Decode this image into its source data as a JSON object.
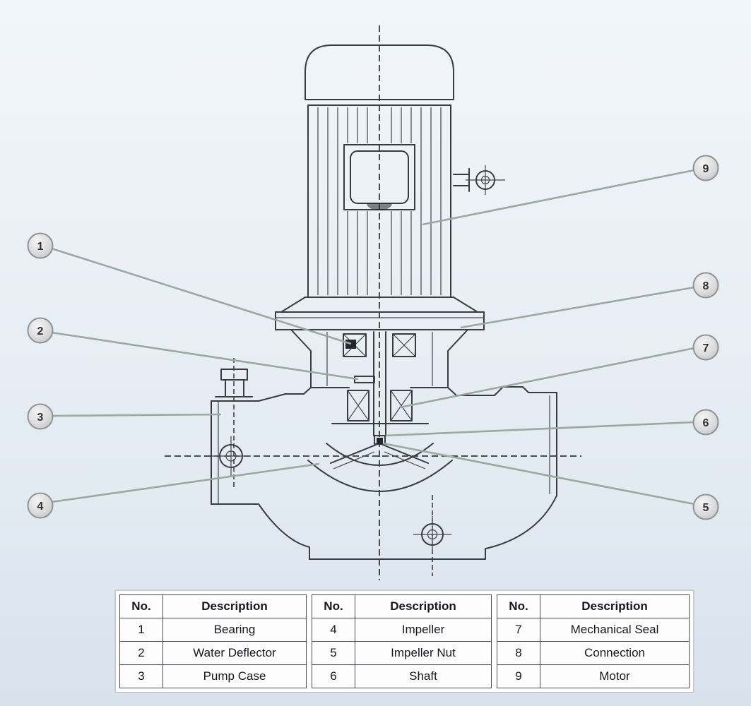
{
  "callouts": [
    "1",
    "2",
    "3",
    "4",
    "5",
    "6",
    "7",
    "8",
    "9"
  ],
  "parts_table": {
    "header": {
      "no": "No.",
      "description": "Description"
    },
    "groups": [
      {
        "rows": [
          {
            "no": "1",
            "description": "Bearing"
          },
          {
            "no": "2",
            "description": "Water Deflector"
          },
          {
            "no": "3",
            "description": "Pump Case"
          }
        ]
      },
      {
        "rows": [
          {
            "no": "4",
            "description": "Impeller"
          },
          {
            "no": "5",
            "description": "Impeller Nut"
          },
          {
            "no": "6",
            "description": "Shaft"
          }
        ]
      },
      {
        "rows": [
          {
            "no": "7",
            "description": "Mechanical Seal"
          },
          {
            "no": "8",
            "description": "Connection"
          },
          {
            "no": "9",
            "description": "Motor"
          }
        ]
      }
    ]
  },
  "colors": {
    "line": "#383c42",
    "leader": "#9aa8a0",
    "callout_fill": "#dcdcdc",
    "callout_border": "#8f9398",
    "background_top": "#f2f6fa",
    "background_bottom": "#d8e2ec",
    "table_border": "#4a4f55"
  }
}
